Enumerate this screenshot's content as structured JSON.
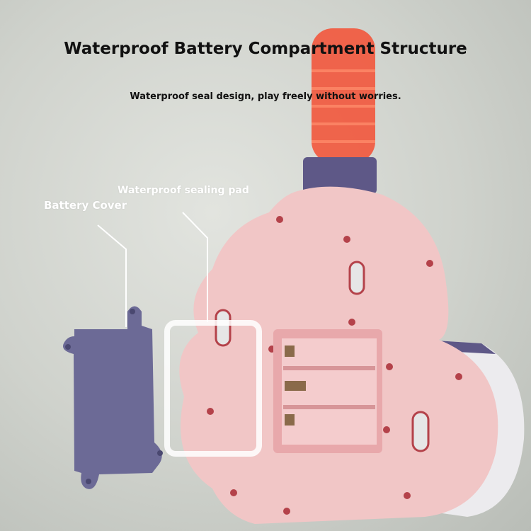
{
  "header": {
    "title": "Waterproof Battery Compartment Structure",
    "subtitle": "Waterproof seal design, play freely without worries."
  },
  "callouts": {
    "sealing_pad": "Waterproof sealing pad",
    "battery_cover": "Battery Cover"
  },
  "colors": {
    "pink_body": "#f1c6c6",
    "purple_cover": "#6c6a96",
    "orange_tube": "#f2563c",
    "background": "#d4d6d1"
  }
}
